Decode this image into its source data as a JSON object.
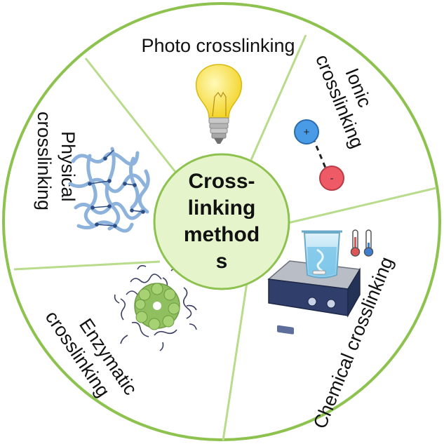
{
  "center": {
    "lines": [
      "Cross-",
      "linking",
      "method",
      "s"
    ]
  },
  "segments": [
    {
      "id": "photo",
      "label": "Photo crosslinking",
      "icon": "light-bulb-icon"
    },
    {
      "id": "ionic",
      "lines": [
        "Ionic",
        "crosslinking"
      ],
      "icon": "ion-pair-icon"
    },
    {
      "id": "chemical",
      "label": "Chemical crosslinking",
      "icon": "hotplate-stirrer-icon"
    },
    {
      "id": "enzymatic",
      "lines": [
        "Enzymatic",
        "crosslinking"
      ],
      "icon": "enzyme-network-icon"
    },
    {
      "id": "physical",
      "lines": [
        "Physical",
        "crosslinking"
      ],
      "icon": "polymer-network-icon"
    }
  ],
  "ion_signs": {
    "positive": "+",
    "negative": "-"
  },
  "colors": {
    "ring": "#8dc24f",
    "divider": "#b9db8c",
    "center_fill": "#e6f4cc",
    "center_stroke": "#8dc24f",
    "bulb": "#f7e03a",
    "positive_ion": "#4a9be6",
    "negative_ion": "#ee5a66",
    "polymer": "#8db2db",
    "enzyme": "#8fbf5e",
    "hotplate": "#2f3e6a"
  }
}
